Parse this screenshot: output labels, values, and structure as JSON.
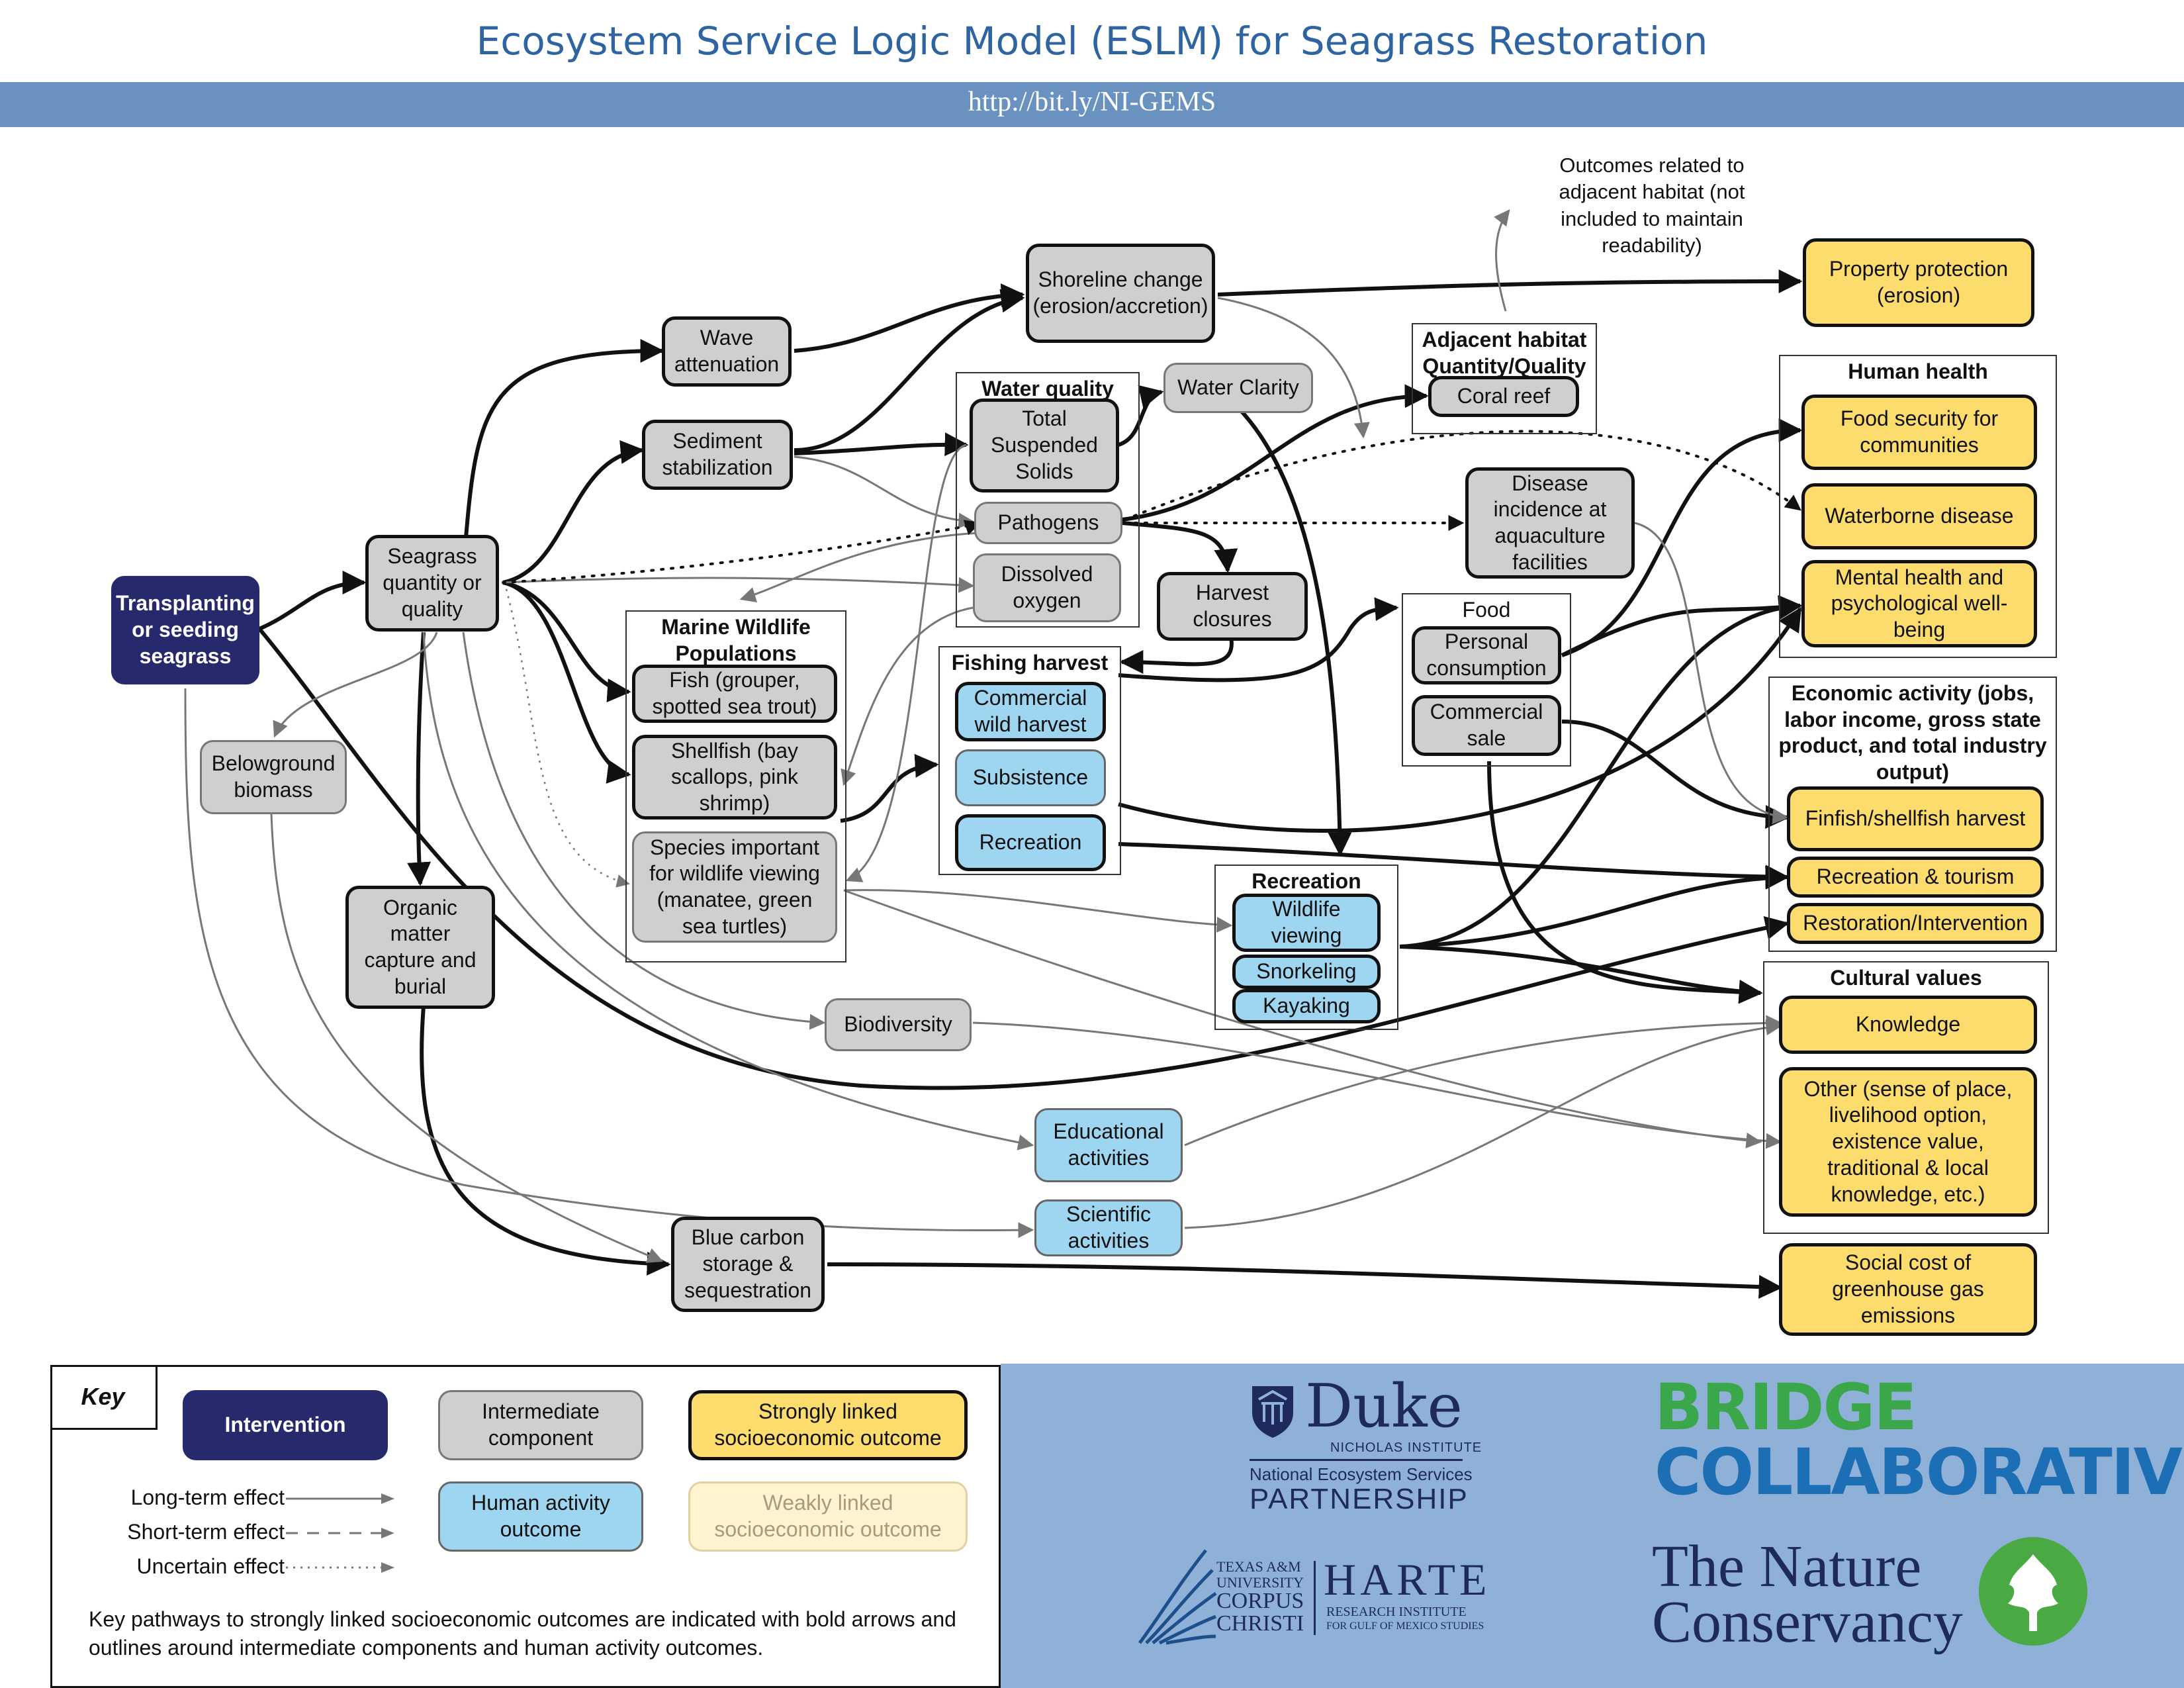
{
  "header": {
    "title": "Ecosystem Service Logic Model (ESLM) for Seagrass Restoration",
    "url": "http://bit.ly/NI-GEMS"
  },
  "nodes": {
    "transplanting": "Transplanting or seeding seagrass",
    "seagrass": "Seagrass quantity or quality",
    "belowground": "Belowground biomass",
    "organic": "Organic matter capture and burial",
    "wave": "Wave attenuation",
    "sediment": "Sediment stabilization",
    "shoreline": "Shoreline change (erosion/accretion)",
    "tss": "Total Suspended Solids",
    "pathogens": "Pathogens",
    "dissolved": "Dissolved oxygen",
    "clarity": "Water Clarity",
    "coral": "Coral reef",
    "disease": "Disease incidence at aquaculture facilities",
    "harvest_closures": "Harvest closures",
    "fish": "Fish (grouper, spotted sea trout)",
    "shellfish": "Shellfish (bay scallops, pink shrimp)",
    "species": "Species important for wildlife viewing (manatee, green sea turtles)",
    "commercial_wild": "Commercial wild harvest",
    "subsistence": "Subsistence",
    "recreation_fishing": "Recreation",
    "personal": "Personal consumption",
    "commercial_sale": "Commercial sale",
    "wildlife_viewing": "Wildlife viewing",
    "snorkeling": "Snorkeling",
    "kayaking": "Kayaking",
    "biodiversity": "Biodiversity",
    "educational": "Educational activities",
    "scientific": "Scientific activities",
    "bluecarbon": "Blue carbon storage & sequestration",
    "property": "Property protection (erosion)",
    "food_security": "Food security for communities",
    "waterborne": "Waterborne disease",
    "mental": "Mental health and psychological well-being",
    "finfish": "Finfish/shellfish harvest",
    "rec_tourism": "Recreation & tourism",
    "restoration": "Restoration/Intervention",
    "knowledge": "Knowledge",
    "other": "Other (sense of place, livelihood option, existence value, traditional & local knowledge, etc.)",
    "social_cost": "Social cost of greenhouse gas emissions"
  },
  "groups": {
    "water_quality": "Water quality",
    "adjacent_habitat": "Adjacent habitat Quantity/Quality",
    "marine_wildlife": "Marine Wildlife Populations",
    "fishing_harvest": "Fishing harvest",
    "food": "Food",
    "recreation": "Recreation",
    "human_health": "Human health",
    "economic": "Economic activity (jobs, labor income, gross state product, and total industry output)",
    "cultural": "Cultural values"
  },
  "notes": {
    "adjacent_outcomes": "Outcomes related to adjacent habitat (not included to maintain readability)"
  },
  "key": {
    "title": "Key",
    "intervention": "Intervention",
    "intermediate": "Intermediate component",
    "strongly": "Strongly linked socioeconomic outcome",
    "human_activity": "Human activity outcome",
    "weakly": "Weakly linked socioeconomic outcome",
    "long_term": "Long-term effect",
    "short_term": "Short-term effect",
    "uncertain": "Uncertain effect",
    "note": "Key pathways to strongly linked socioeconomic outcomes are indicated with bold arrows and outlines around intermediate components and human activity outcomes."
  },
  "logos": {
    "duke": "Duke",
    "duke_sub": "NICHOLAS INSTITUTE",
    "nesp1": "National Ecosystem Services",
    "nesp2": "PARTNERSHIP",
    "bridge1": "BRIDGE",
    "bridge2": "COLLABORATIVE",
    "tamu1": "TEXAS A&M",
    "tamu2": "UNIVERSITY",
    "tamu3": "CORPUS",
    "tamu4": "CHRISTI",
    "harte1": "HARTE",
    "harte2": "RESEARCH INSTITUTE",
    "harte3": "FOR GULF OF MEXICO STUDIES",
    "tnc1": "The Nature",
    "tnc2": "Conservancy"
  },
  "colors": {
    "title": "#2f64a3",
    "url_bar": "#6a92c1",
    "intervention": "#262a6d",
    "intermediate": "#cfcfcf",
    "human_activity": "#9ed5f0",
    "strong_outcome": "#fcdc6c",
    "weak_outcome": "#fff4cf",
    "logo_panel": "#8fb1d7"
  }
}
